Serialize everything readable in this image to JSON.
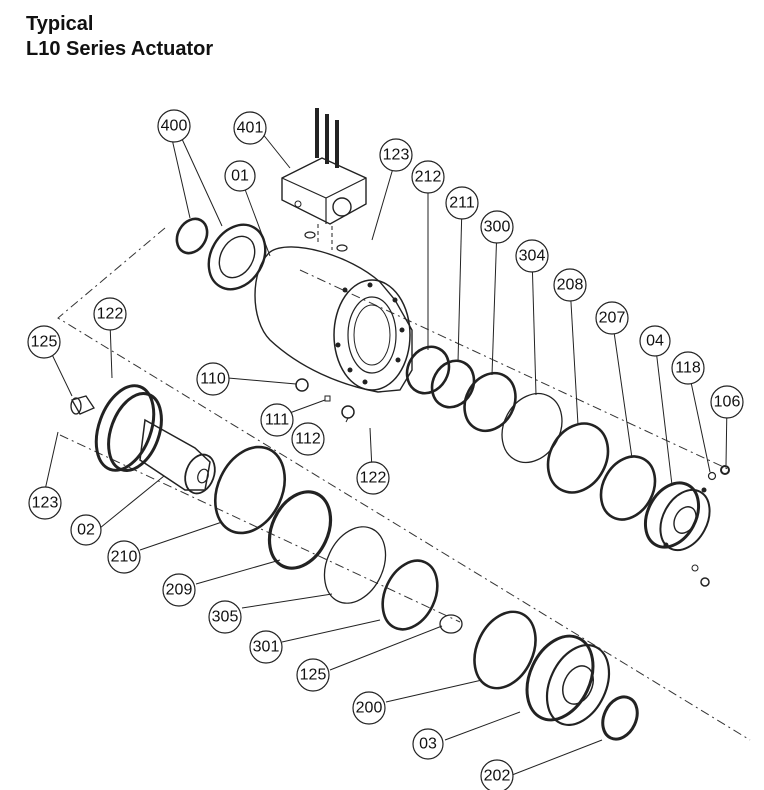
{
  "title": {
    "line1": "Typical",
    "line2": "L10  Series  Actuator"
  },
  "callouts": {
    "c400": "400",
    "c401": "401",
    "c01": "01",
    "c123a": "123",
    "c212": "212",
    "c211": "211",
    "c300": "300",
    "c304": "304",
    "c208": "208",
    "c207": "207",
    "c04": "04",
    "c118": "118",
    "c106": "106",
    "c122a": "122",
    "c125a": "125",
    "c110": "110",
    "c111": "111",
    "c112": "112",
    "c122b": "122",
    "c123b": "123",
    "c02": "02",
    "c210": "210",
    "c209": "209",
    "c305": "305",
    "c301": "301",
    "c125b": "125",
    "c200": "200",
    "c03": "03",
    "c202": "202"
  }
}
